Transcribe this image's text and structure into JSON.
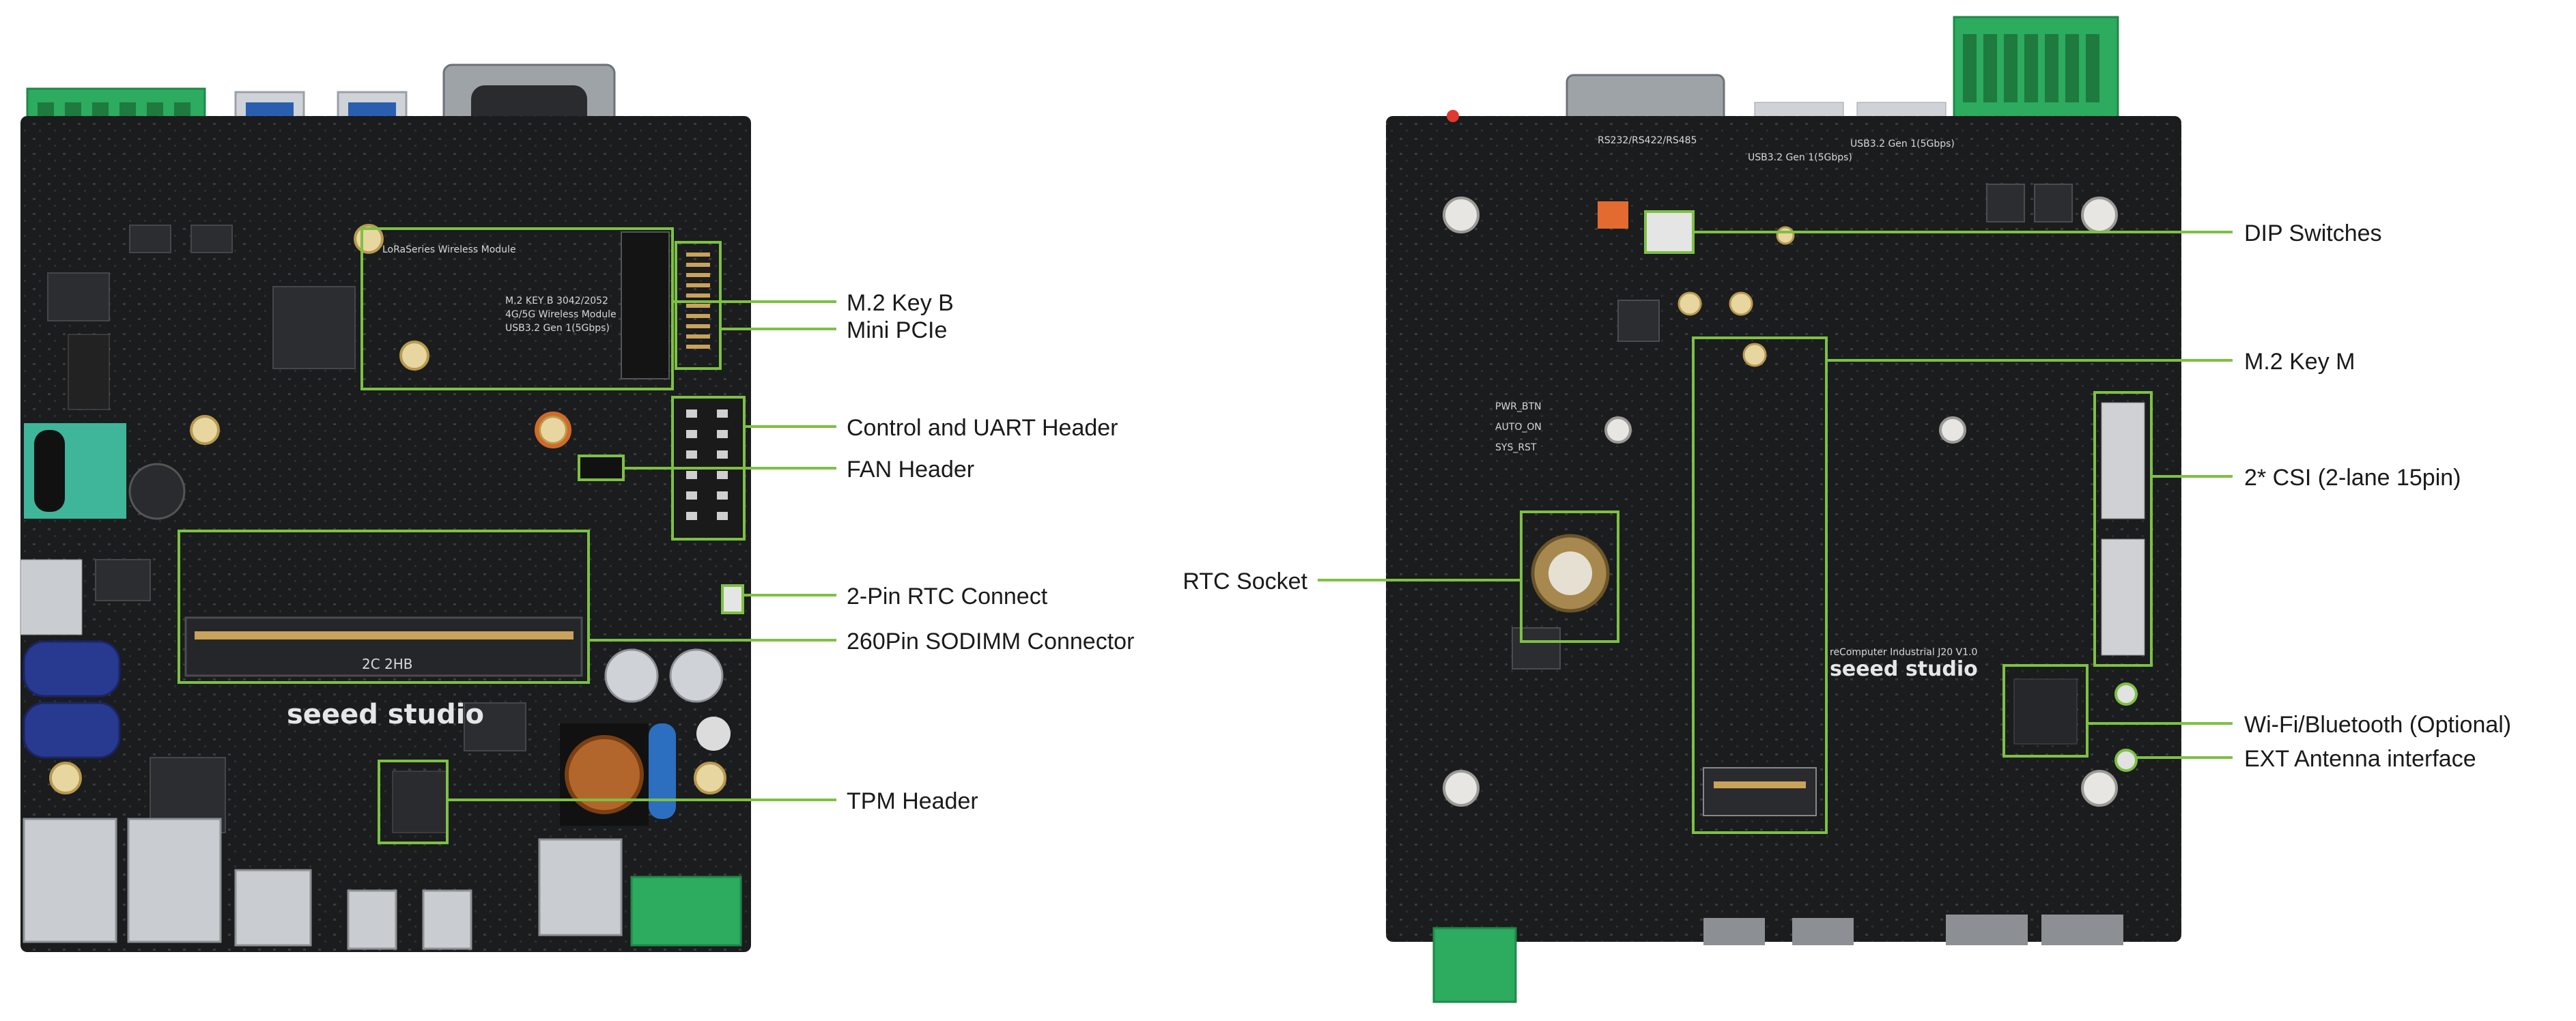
{
  "accent_color": "#7dc142",
  "pcb_color": "#1b1c1e",
  "connector_green": "#2dab5f",
  "front_board": {
    "brand": "seeed studio",
    "callouts": [
      {
        "id": "m2-key-b",
        "label": "M.2 Key B"
      },
      {
        "id": "mini-pcie",
        "label": "Mini PCIe"
      },
      {
        "id": "control-uart",
        "label": "Control and UART Header"
      },
      {
        "id": "fan-header",
        "label": "FAN Header"
      },
      {
        "id": "rtc-connect",
        "label": "2-Pin RTC Connect"
      },
      {
        "id": "sodimm",
        "label": "260Pin SODIMM Connector"
      },
      {
        "id": "tpm-header",
        "label": "TPM Header"
      }
    ]
  },
  "back_board": {
    "brand": "seeed studio",
    "callouts": [
      {
        "id": "dip-switches",
        "label": "DIP Switches"
      },
      {
        "id": "m2-key-m",
        "label": "M.2 Key M"
      },
      {
        "id": "csi",
        "label": "2* CSI (2-lane 15pin)"
      },
      {
        "id": "rtc-socket",
        "label": "RTC Socket"
      },
      {
        "id": "wifi-bt",
        "label": "Wi-Fi/Bluetooth (Optional)"
      },
      {
        "id": "ext-antenna",
        "label": "EXT Antenna interface"
      }
    ]
  }
}
